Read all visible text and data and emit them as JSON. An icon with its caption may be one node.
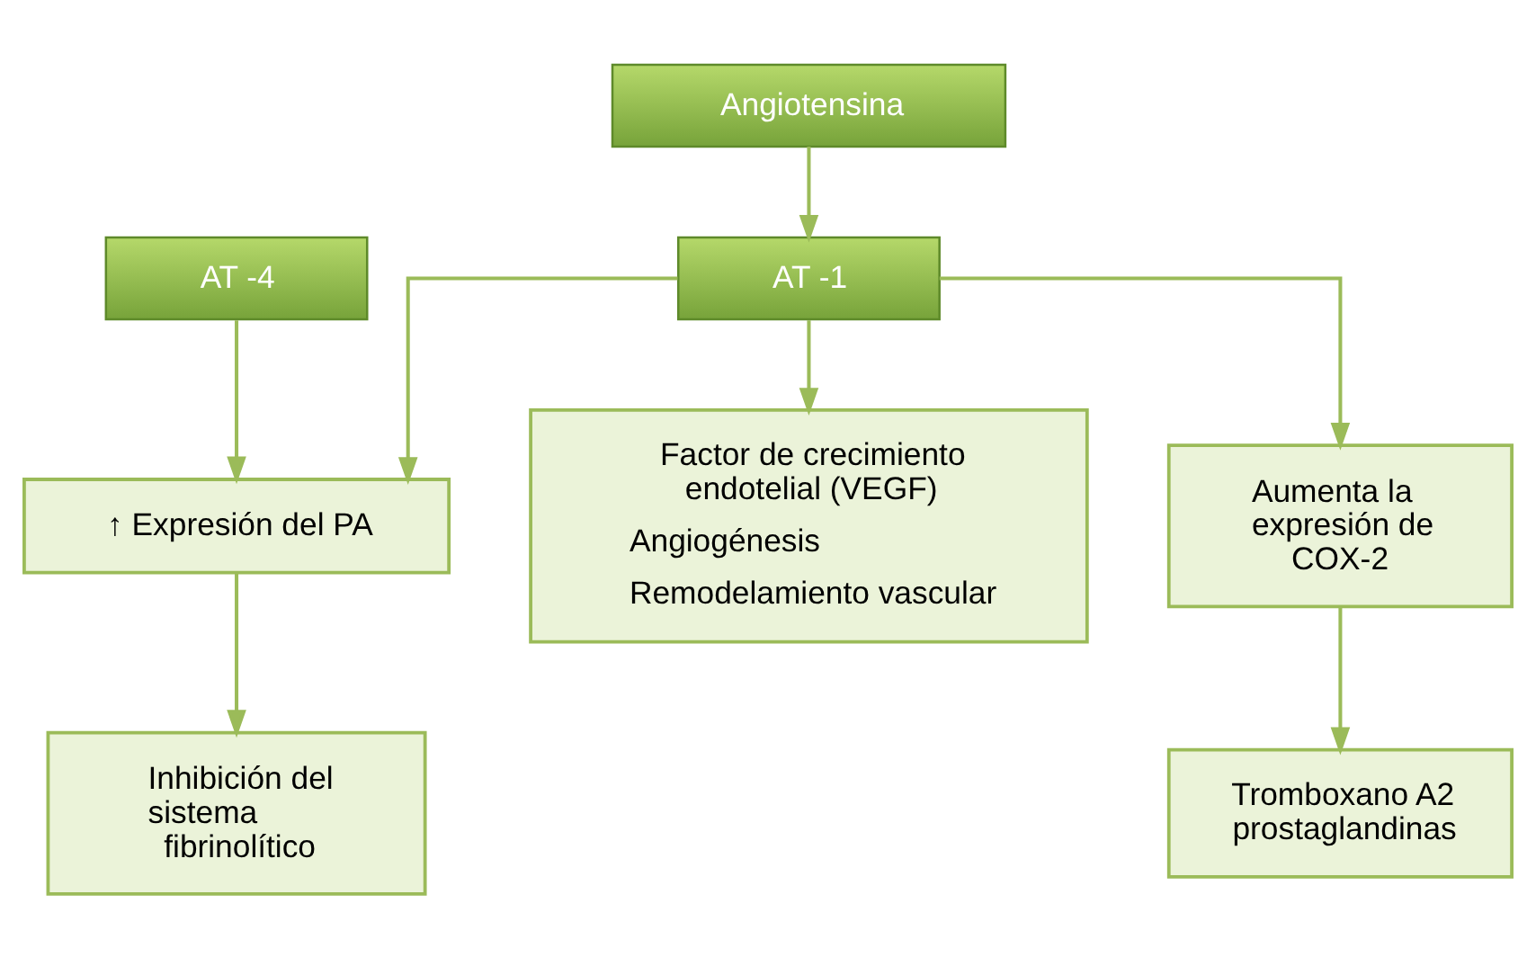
{
  "diagram": {
    "nodes": [
      {
        "text": [
          "Angiotensina"
        ]
      },
      {
        "text": [
          "AT -4"
        ]
      },
      {
        "text": [
          "AT -1"
        ]
      },
      {
        "text": [
          "↑ Expresión del PA"
        ]
      },
      {
        "text": [
          "Factor de crecimiento endotelial (VEGF)",
          "Angiogénesis",
          "Remodelamiento vascular"
        ]
      },
      {
        "text": [
          "Aumenta la expresión de COX-2"
        ]
      },
      {
        "text": [
          "Inhibición del sistema fibrinolítico"
        ]
      },
      {
        "text": [
          "Tromboxano A2 prostaglandinas"
        ]
      }
    ],
    "edges": [
      {
        "from": 0,
        "to": 2,
        "arrow": "to"
      },
      {
        "from": 1,
        "to": 3,
        "arrow": "to"
      },
      {
        "from": 2,
        "to": 3,
        "arrow": "to"
      },
      {
        "from": 2,
        "to": 4,
        "arrow": "to"
      },
      {
        "from": 2,
        "to": 5,
        "arrow": "to"
      },
      {
        "from": 3,
        "to": 6,
        "arrow": "to"
      },
      {
        "from": 5,
        "to": 7,
        "arrow": "to"
      }
    ]
  }
}
